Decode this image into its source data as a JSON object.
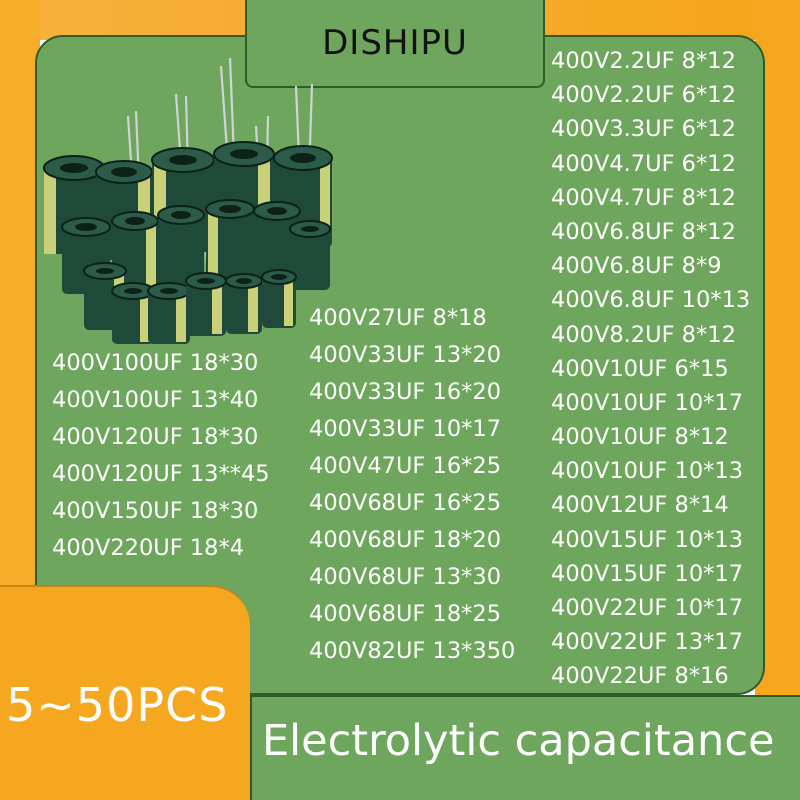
{
  "brand": "DISHIPU",
  "left_specs": [
    "400V100UF 18*30",
    "400V100UF 13*40",
    "400V120UF 18*30",
    "400V120UF 13**45",
    "400V150UF 18*30",
    "400V220UF 18*4"
  ],
  "middle_specs": [
    "400V27UF 8*18",
    "400V33UF 13*20",
    "400V33UF 16*20",
    "400V33UF 10*17",
    "400V47UF 16*25",
    "400V68UF 16*25",
    "400V68UF 18*20",
    "400V68UF 13*30",
    "400V68UF 18*25",
    "400V82UF 13*350"
  ],
  "right_specs": [
    "400V2.2UF 8*12",
    "400V2.2UF 6*12",
    "400V3.3UF 6*12",
    "400V4.7UF 6*12",
    "400V4.7UF 8*12",
    "400V6.8UF 8*12",
    "400V6.8UF 8*9",
    "400V6.8UF 10*13",
    "400V8.2UF 8*12",
    "400V10UF 6*15",
    "400V10UF 10*17",
    "400V10UF 8*12",
    "400V10UF 10*13",
    "400V12UF 8*14",
    "400V15UF 10*13",
    "400V15UF 10*17",
    "400V22UF 10*17",
    "400V22UF 13*17",
    "400V22UF 8*16"
  ],
  "quantity": "5~50PCS",
  "title": "Electrolytic capacitance",
  "colors": {
    "panel_green": "#6fa65d",
    "accent_orange": "#f5a81f",
    "capacitor_green": "#1f4a3a",
    "capacitor_stripe": "#c9d07a"
  }
}
